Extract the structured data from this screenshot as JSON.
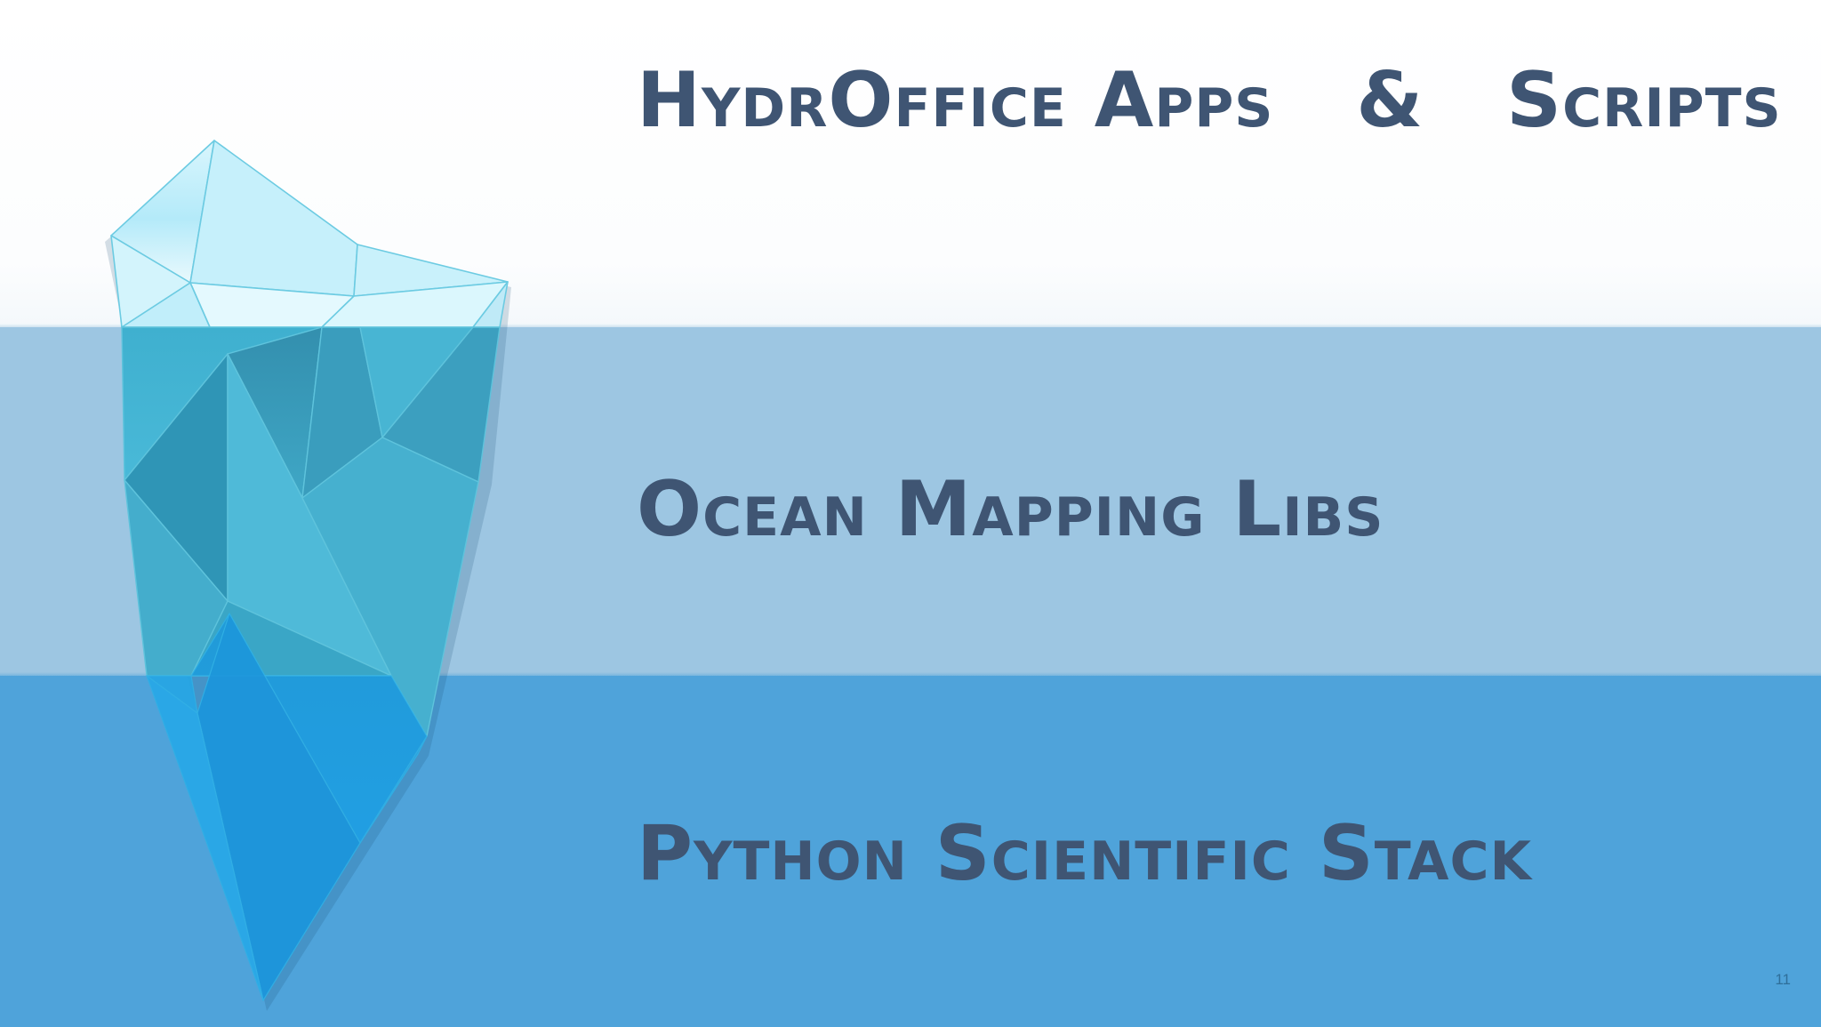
{
  "layers": [
    {
      "label": "HydrOffice Apps   &   Scripts"
    },
    {
      "label": "Ocean Mapping Libs"
    },
    {
      "label": "Python Scientific Stack"
    }
  ],
  "page_number": "11",
  "colors": {
    "title_text": "#3f5573",
    "top_band": "#ffffff",
    "middle_band": "#9dc6e2",
    "bottom_band": "#4fa3da",
    "ice_above": "#b9ecf8",
    "ice_below": "#3fb2d4",
    "ice_deep": "#1c9be0"
  },
  "icons": {
    "iceberg": "iceberg-illustration"
  }
}
